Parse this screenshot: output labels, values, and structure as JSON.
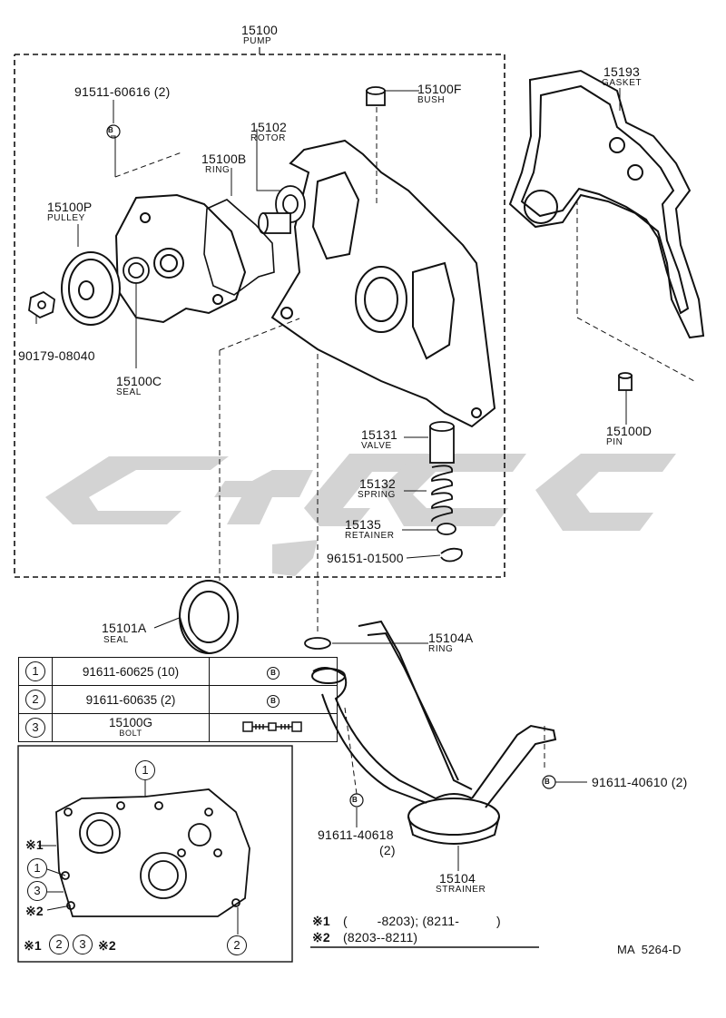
{
  "parts": [
    {
      "id": "pump",
      "number": "15100",
      "name": "PUMP"
    },
    {
      "id": "bush",
      "number": "15100F",
      "name": "BUSH"
    },
    {
      "id": "bolt_a",
      "number": "91511-60616 (2)",
      "name": ""
    },
    {
      "id": "rotor",
      "number": "15102",
      "name": "ROTOR"
    },
    {
      "id": "ring_b",
      "number": "15100B",
      "name": "RING"
    },
    {
      "id": "pulley",
      "number": "15100P",
      "name": "PULLEY"
    },
    {
      "id": "nut",
      "number": "90179-08040",
      "name": ""
    },
    {
      "id": "seal_c",
      "number": "15100C",
      "name": "SEAL"
    },
    {
      "id": "gasket",
      "number": "15193",
      "name": "GASKET"
    },
    {
      "id": "pin",
      "number": "15100D",
      "name": "PIN"
    },
    {
      "id": "valve",
      "number": "15131",
      "name": "VALVE"
    },
    {
      "id": "spring",
      "number": "15132",
      "name": "SPRING"
    },
    {
      "id": "retainer",
      "number": "15135",
      "name": "RETAINER"
    },
    {
      "id": "snap_ring",
      "number": "96151-01500",
      "name": ""
    },
    {
      "id": "seal_a",
      "number": "15101A",
      "name": "SEAL"
    },
    {
      "id": "ring_a",
      "number": "15104A",
      "name": "RING"
    },
    {
      "id": "bolt_b",
      "number": "91611-40610 (2)",
      "name": ""
    },
    {
      "id": "bolt_c",
      "number": "91611-40618",
      "name": "(2)"
    },
    {
      "id": "strainer",
      "number": "15104",
      "name": "STRAINER"
    }
  ],
  "symbol_b": "B",
  "legend": [
    {
      "num": "1",
      "part": "91611-60625 (10)",
      "symbol": "B"
    },
    {
      "num": "2",
      "part": "91611-60635 (2)",
      "symbol": "B"
    },
    {
      "num": "3",
      "part": "15100G",
      "sub": "BOLT",
      "symbol": ""
    }
  ],
  "callouts": {
    "c1": "1",
    "c2": "2",
    "c3": "3",
    "k1": "※1",
    "k2": "※2"
  },
  "notes": {
    "n1_mark": "※1",
    "n1_text": "(        -8203); (8211-          )",
    "n2_mark": "※2",
    "n2_text": "(8203--8211)"
  },
  "bottom_row": {
    "a": "※1",
    "b": "2",
    "c": "3",
    "d": "※2"
  },
  "drawing_code": "MA  5264-D"
}
